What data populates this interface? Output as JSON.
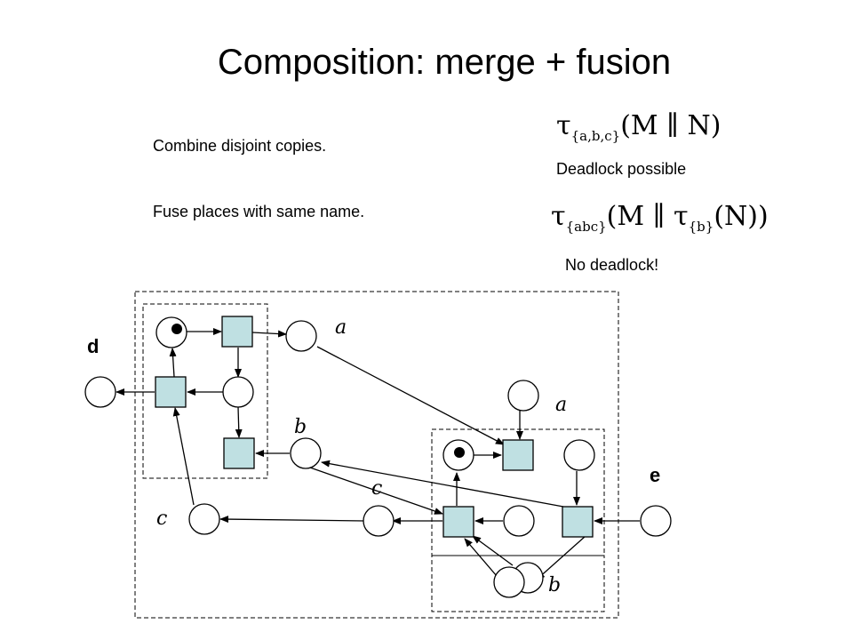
{
  "slide": {
    "title": "Composition: merge + fusion",
    "bullets": [
      "Combine disjoint copies.",
      "Fuse places with same name."
    ],
    "formula1": {
      "tau": "τ",
      "sub": "{a,b,c}",
      "rest": "(M ∥ N)"
    },
    "formula1_note": "Deadlock possible",
    "formula2": {
      "tau": "τ",
      "sub": "{abc}",
      "mid": "(M ∥ ",
      "tau2": "τ",
      "sub2": "{b}",
      "rest": "(N))"
    },
    "formula2_note": "No deadlock!"
  },
  "diagram": {
    "labels": {
      "d": "d",
      "e": "e",
      "a1": "a",
      "a2": "a",
      "b1": "b",
      "b2": "b",
      "c1": "c",
      "c2": "c"
    },
    "colors": {
      "transition_fill": "#bfe0e2",
      "stroke": "#000000"
    }
  }
}
